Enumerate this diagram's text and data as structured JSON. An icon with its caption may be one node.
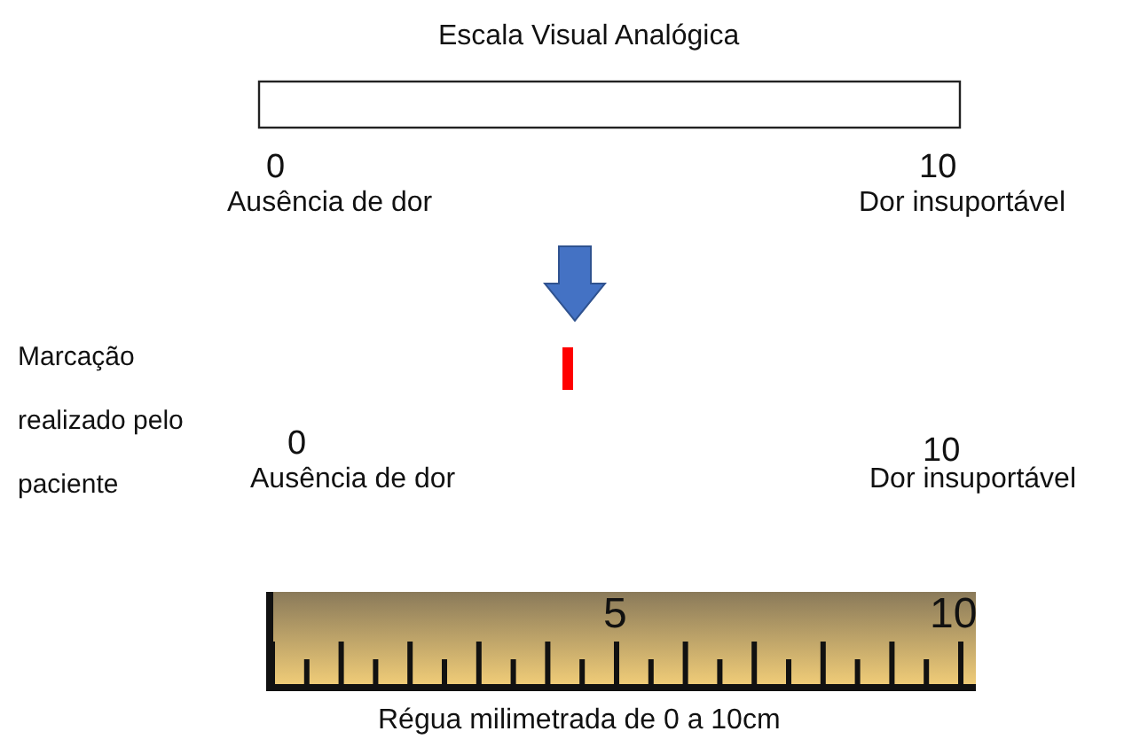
{
  "diagram": {
    "title": "Escala Visual Analógica",
    "caption": "Régua milimetrada de 0 a 10cm",
    "nodes": [
      {
        "text": [],
        "shape": "box"
      }
    ],
    "labels": [
      "0",
      "10",
      "Ausência de dor",
      "Dor insuportável",
      "Marcação realizado pelo paciente",
      "0",
      "10",
      "Ausência de dor",
      "Dor insuportável",
      "5",
      "10"
    ]
  }
}
